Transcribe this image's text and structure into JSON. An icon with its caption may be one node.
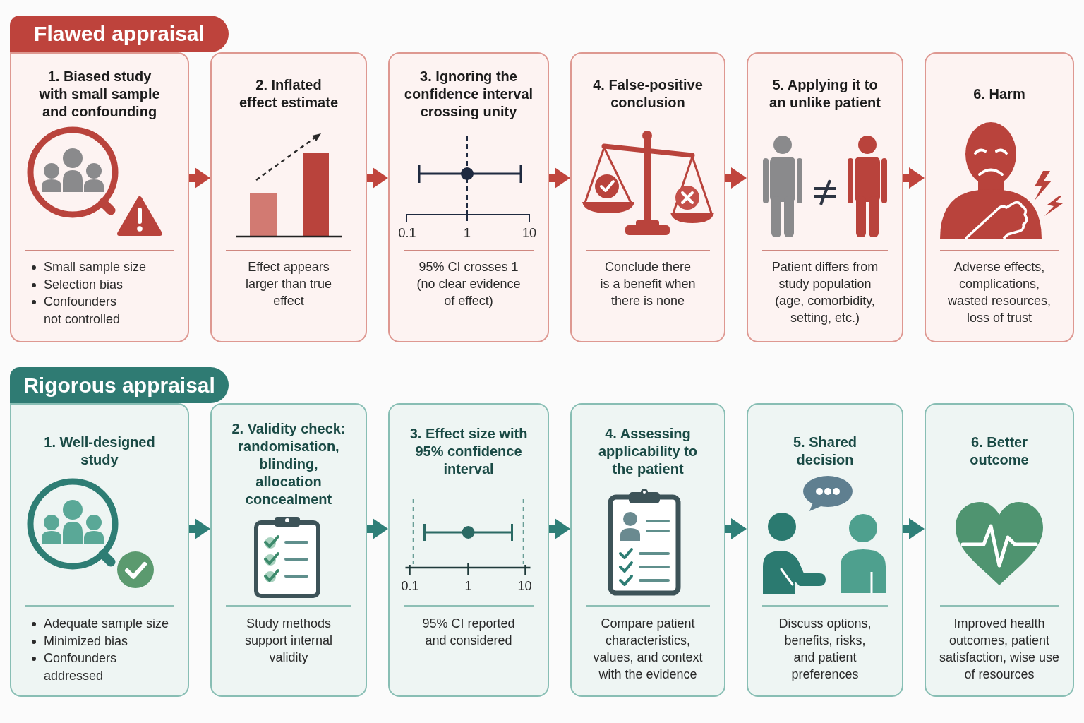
{
  "diagram": {
    "nodes": [
      {
        "text": [
          "Flawed appraisal"
        ]
      },
      {
        "text": [
          "1. Biased study with small sample and confounding",
          "Small sample size",
          "Selection bias",
          "Confounders not controlled"
        ]
      },
      {
        "text": [
          "2. Inflated effect estimate",
          "Effect appears larger than true effect"
        ]
      },
      {
        "text": [
          "3. Ignoring the confidence interval crossing unity",
          "0.1",
          "1",
          "10",
          "95% CI crosses 1 (no clear evidence of effect)"
        ]
      },
      {
        "text": [
          "4. False-positive conclusion",
          "Conclude there is a benefit when there is none"
        ]
      },
      {
        "text": [
          "5. Applying it to an unlike patient",
          "Patient differs from study population (age, comorbidity, setting, etc.)"
        ]
      },
      {
        "text": [
          "6. Harm",
          "Adverse effects, complications, wasted resources, loss of trust"
        ]
      },
      {
        "text": [
          "Rigorous appraisal"
        ]
      },
      {
        "text": [
          "1. Well-designed study",
          "Adequate sample size",
          "Minimized bias",
          "Confounders addressed"
        ]
      },
      {
        "text": [
          "2. Validity check: randomisation, blinding, allocation concealment",
          "Study methods support internal validity"
        ]
      },
      {
        "text": [
          "3. Effect size with 95% confidence interval",
          "0.1",
          "1",
          "10",
          "95% CI reported and considered"
        ]
      },
      {
        "text": [
          "4. Assessing applicability to the patient",
          "Compare patient characteristics, values, and context with the evidence"
        ]
      },
      {
        "text": [
          "5. Shared decision",
          "Discuss options, benefits, risks, and patient preferences"
        ]
      },
      {
        "text": [
          "6. Better outcome",
          "Improved health outcomes, patient satisfaction, wise use of resources"
        ]
      }
    ],
    "edges": [
      {
        "from": 1,
        "to": 2,
        "arrow": "to",
        "color": "#c0453d"
      },
      {
        "from": 2,
        "to": 3,
        "arrow": "to",
        "color": "#c0453d"
      },
      {
        "from": 3,
        "to": 4,
        "arrow": "to",
        "color": "#c0453d"
      },
      {
        "from": 4,
        "to": 5,
        "arrow": "to",
        "color": "#c0453d"
      },
      {
        "from": 5,
        "to": 6,
        "arrow": "to",
        "color": "#c0453d"
      },
      {
        "from": 8,
        "to": 9,
        "arrow": "to",
        "color": "#2f7f78"
      },
      {
        "from": 9,
        "to": 10,
        "arrow": "to",
        "color": "#2f7f78"
      },
      {
        "from": 10,
        "to": 11,
        "arrow": "to",
        "color": "#2f7f78"
      },
      {
        "from": 11,
        "to": 12,
        "arrow": "to",
        "color": "#2f7f78"
      },
      {
        "from": 12,
        "to": 13,
        "arrow": "to",
        "color": "#2f7f78"
      }
    ]
  }
}
